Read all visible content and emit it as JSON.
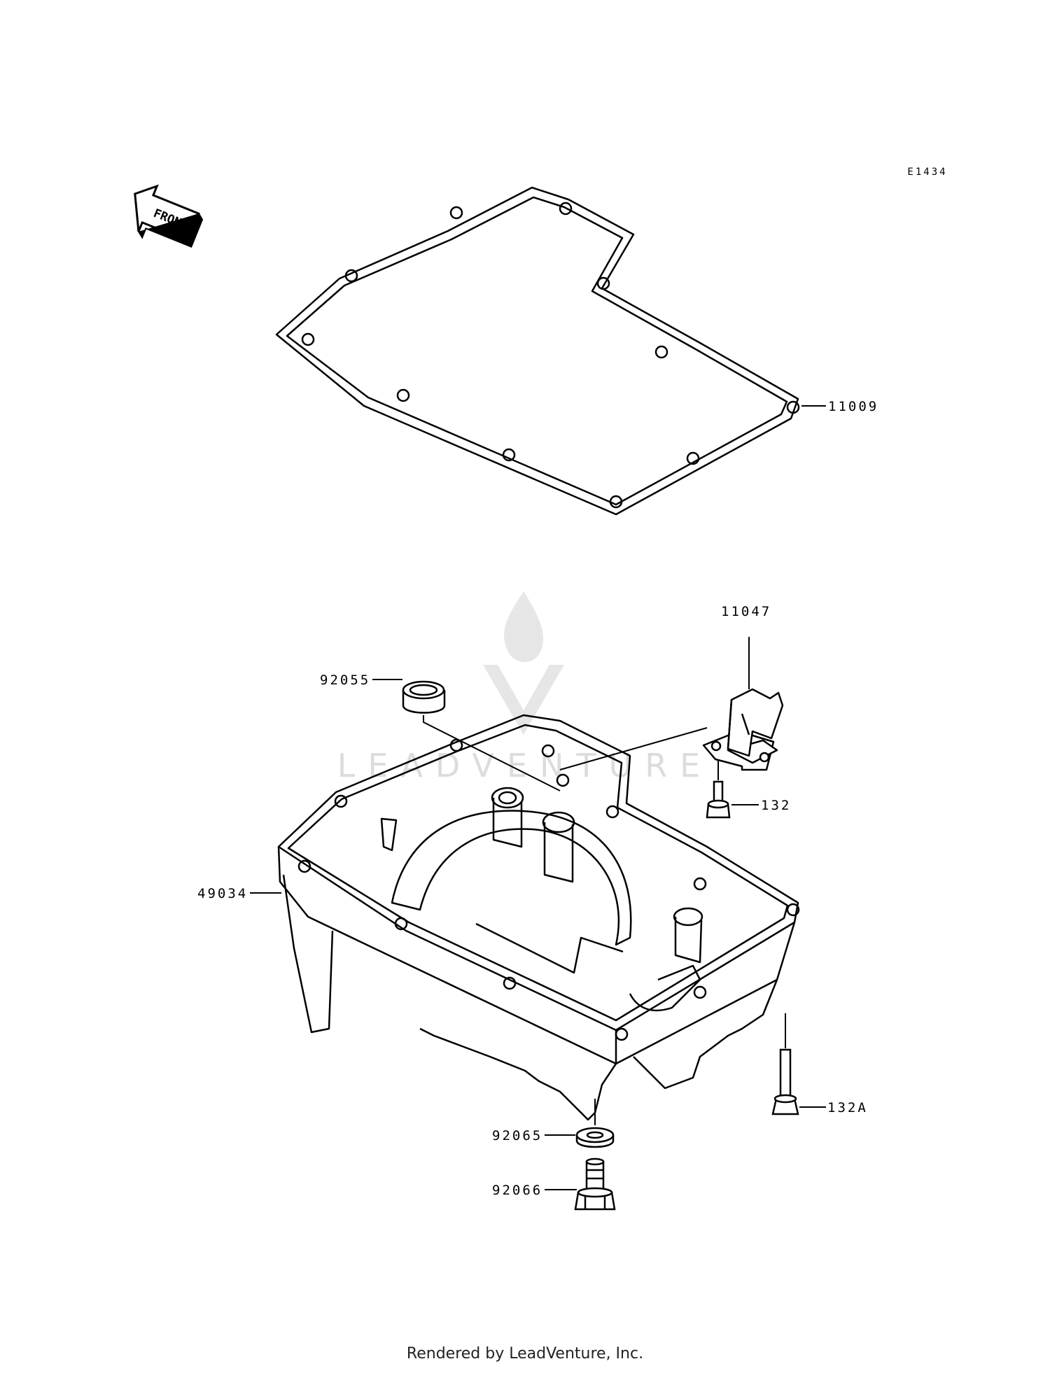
{
  "diagram": {
    "code": "E1434",
    "front_label": "FRONT",
    "watermark": "LEADVENTURE"
  },
  "parts": [
    {
      "id": "11009",
      "label": "11009"
    },
    {
      "id": "11047",
      "label": "11047"
    },
    {
      "id": "92055",
      "label": "92055"
    },
    {
      "id": "132",
      "label": "132"
    },
    {
      "id": "49034",
      "label": "49034"
    },
    {
      "id": "132A",
      "label": "132A"
    },
    {
      "id": "92065",
      "label": "92065"
    },
    {
      "id": "92066",
      "label": "92066"
    }
  ],
  "footer": "Rendered by LeadVenture, Inc.",
  "colors": {
    "line": "#000000",
    "watermark": "#d9d9d9",
    "background": "#ffffff"
  }
}
